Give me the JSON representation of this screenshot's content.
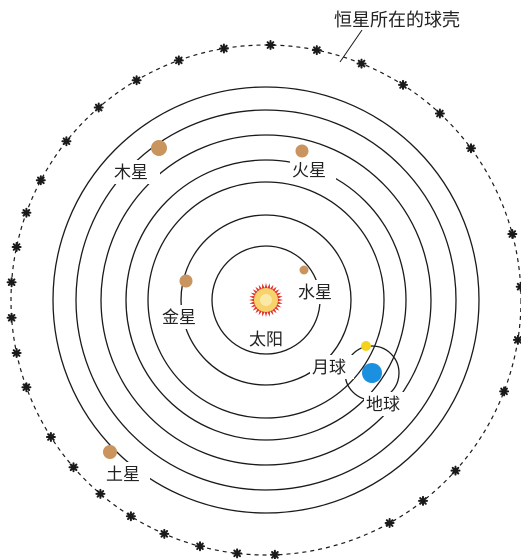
{
  "title": "恒星所在的球壳",
  "bodies": {
    "sun": "太阳",
    "mercury": "水星",
    "venus": "金星",
    "earth": "地球",
    "moon": "月球",
    "mars": "火星",
    "jupiter": "木星",
    "saturn": "土星"
  },
  "colors": {
    "orbit": "#1a1a1a",
    "planet": "#c9945e",
    "earth": "#1b8fe0",
    "moon": "#f5d21c",
    "sun_core": "#f6d36b",
    "sun_rays": "#e0312a",
    "stars": "#1a1a1a"
  }
}
